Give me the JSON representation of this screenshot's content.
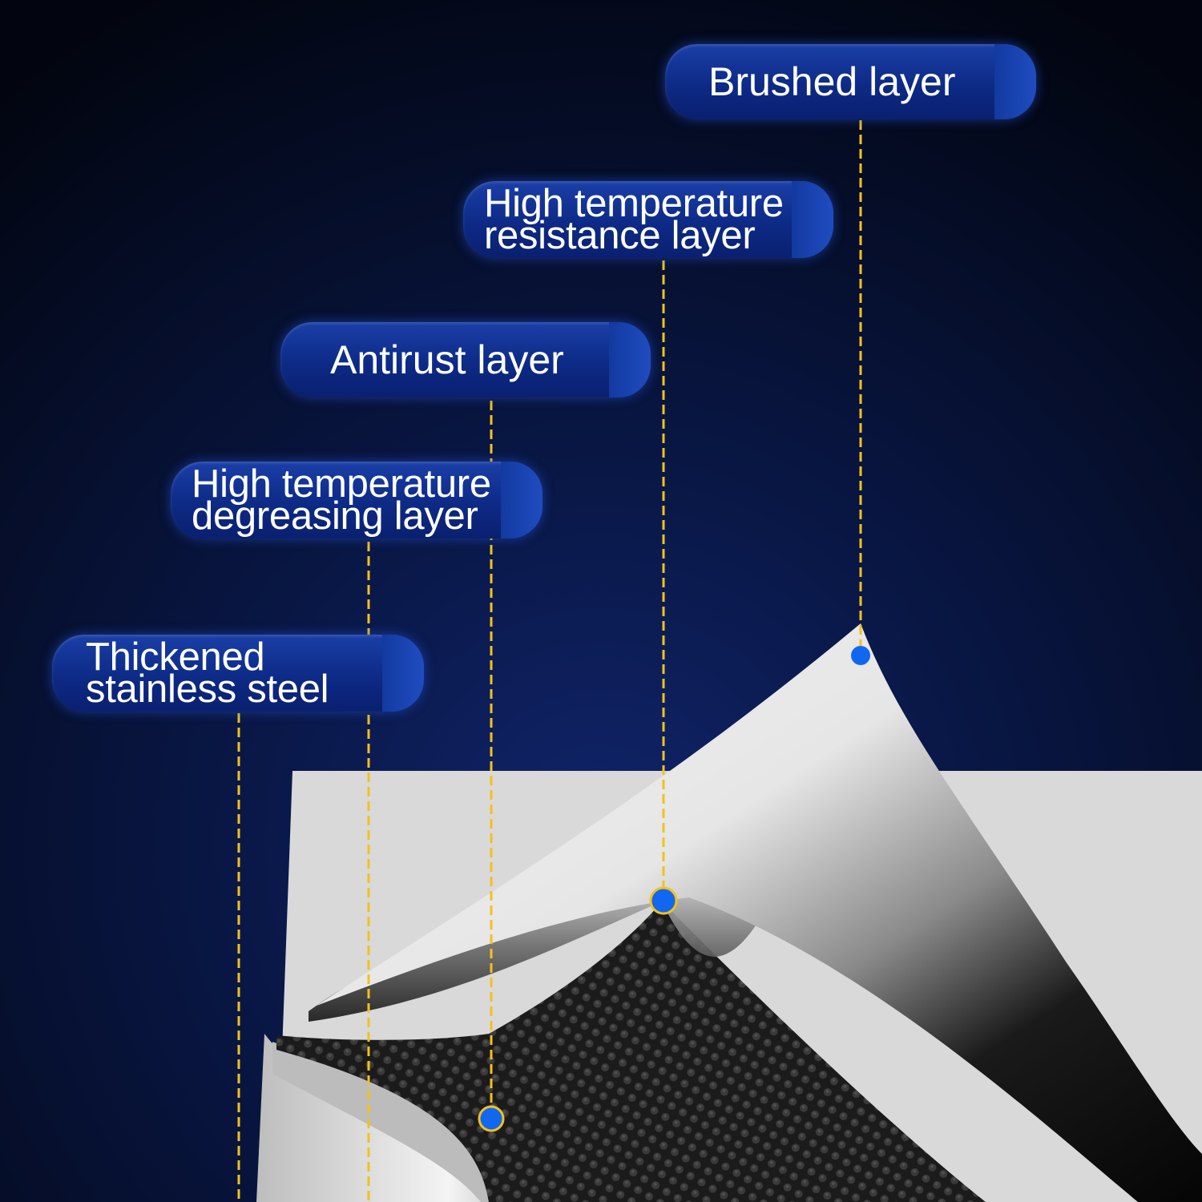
{
  "colors": {
    "background_top": "#02050f",
    "background_bottom": "#0b1a4a",
    "label_fill": "#0d2a86",
    "leader_line": "#f2c21b",
    "marker_dot": "#1167f0",
    "marker_ring": "#f2c21b",
    "sheet_light": "#dedede",
    "sheet_dark": "#111111"
  },
  "labels": [
    {
      "id": "brushed",
      "text": "Brushed layer"
    },
    {
      "id": "high-temp-resistance",
      "text": "High temperature\nresistance layer"
    },
    {
      "id": "antirust",
      "text": "Antirust layer"
    },
    {
      "id": "high-temp-degreasing",
      "text": "High temperature\ndegreasing layer"
    },
    {
      "id": "stainless-steel",
      "text": "Thickened\nstainless steel"
    }
  ]
}
